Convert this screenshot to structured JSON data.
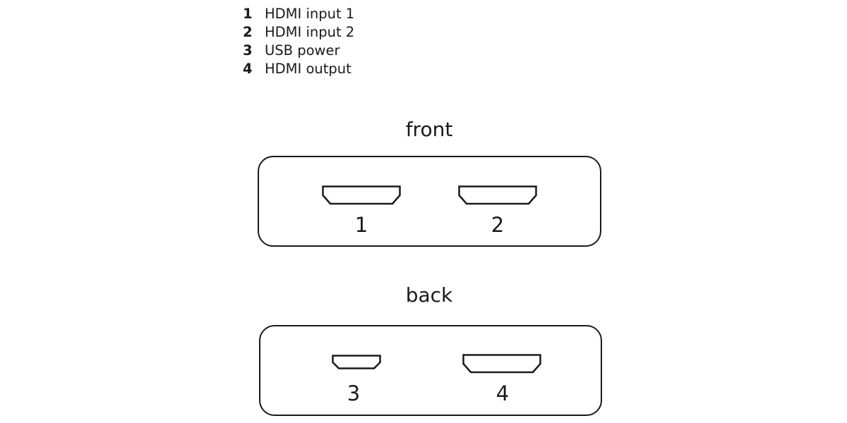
{
  "legend": {
    "items": [
      {
        "number": "1",
        "label": "HDMI input 1"
      },
      {
        "number": "2",
        "label": "HDMI input 2"
      },
      {
        "number": "3",
        "label": "USB power"
      },
      {
        "number": "4",
        "label": "HDMI output"
      }
    ]
  },
  "front": {
    "title": "front",
    "ports": [
      {
        "type": "hdmi",
        "label": "1"
      },
      {
        "type": "hdmi",
        "label": "2"
      }
    ]
  },
  "back": {
    "title": "back",
    "ports": [
      {
        "type": "micro-usb",
        "label": "3"
      },
      {
        "type": "hdmi",
        "label": "4"
      }
    ]
  },
  "colors": {
    "stroke": "#1a1a1a",
    "background": "#ffffff"
  }
}
